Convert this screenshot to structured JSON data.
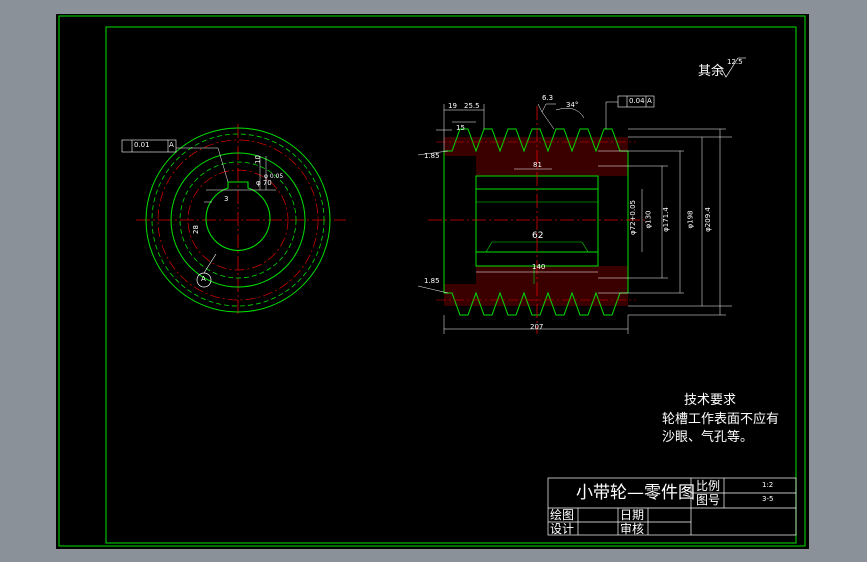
{
  "surface_finish": {
    "label": "其余",
    "value": "12.5"
  },
  "tolerances": {
    "left_view": "0.01",
    "left_view_datum": "A",
    "side_view": "0.04",
    "side_view_datum": "A"
  },
  "left_view": {
    "datum_label": "A",
    "dims": {
      "key_width": "10",
      "keyway_depth": "28",
      "bore": "φ 70",
      "depth_note": "φ 0.05",
      "chamfer": "3"
    }
  },
  "side_view": {
    "dims": {
      "top_width": "25.5",
      "top_offset": "19",
      "step": "15",
      "roughness_tag": "6.3",
      "groove_angle": "34°",
      "chamfer_top": "1.85",
      "chamfer_bottom": "1.85",
      "inner_small": "81",
      "hub_width": "140",
      "total_width": "207",
      "center_mark": "62",
      "d1": "φ72+0.05",
      "d2": "φ130",
      "d3": "φ171.4",
      "d4": "φ198",
      "d5": "φ209.4"
    }
  },
  "tech_requirements": {
    "title": "技术要求",
    "line1": "轮槽工作表面不应有",
    "line2": "沙眼、气孔等。"
  },
  "title_block": {
    "drawing_name": "小带轮—零件图",
    "scale_label": "比例",
    "scale_value": "1:2",
    "drawing_no_label": "图号",
    "drawing_no_value": "3-5",
    "drawn_label": "绘图",
    "design_label": "设计",
    "date_label": "日期",
    "review_label": "审核"
  }
}
